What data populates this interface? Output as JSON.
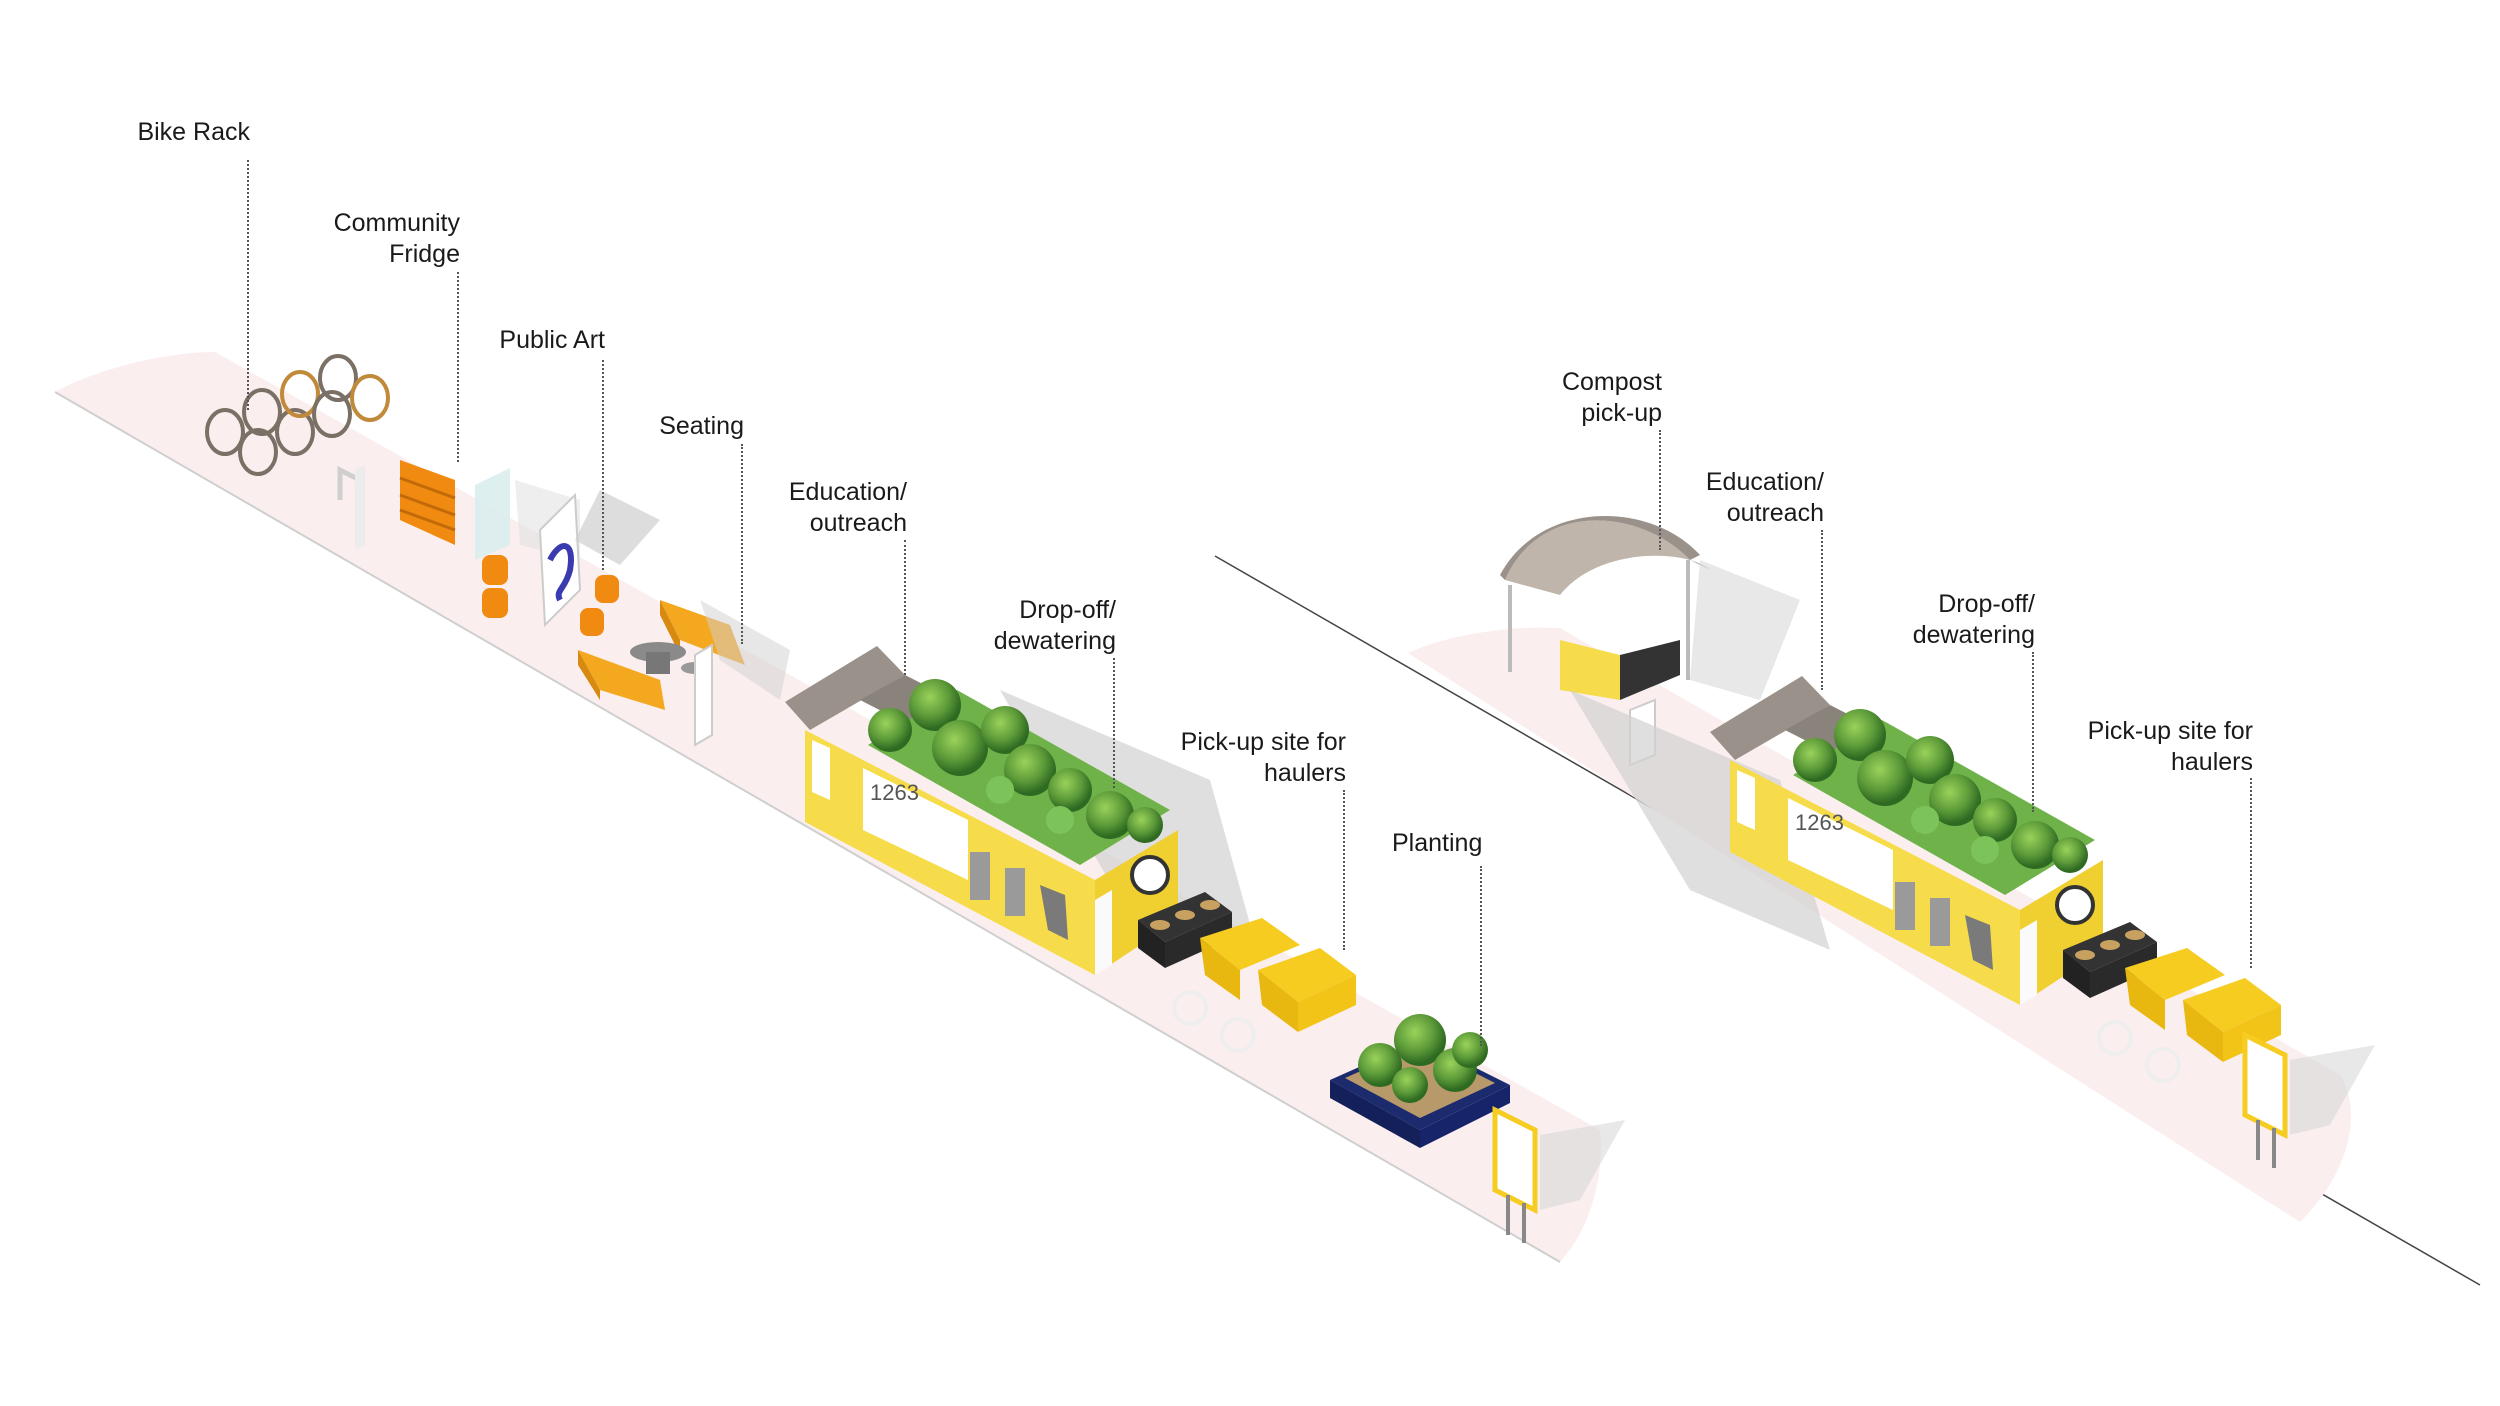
{
  "left_station": {
    "bike_rack": {
      "lines": [
        "Bike Rack"
      ]
    },
    "community_fridge": {
      "lines": [
        "Community",
        "Fridge"
      ]
    },
    "public_art": {
      "lines": [
        "Public Art"
      ]
    },
    "seating": {
      "lines": [
        "Seating"
      ]
    },
    "education": {
      "lines": [
        "Education/",
        "outreach"
      ]
    },
    "dropoff": {
      "lines": [
        "Drop-off/",
        "dewatering"
      ]
    },
    "pickup": {
      "lines": [
        "Pick-up site for",
        "haulers"
      ]
    },
    "planting": {
      "lines": [
        "Planting"
      ]
    },
    "kiosk_number": "1263"
  },
  "right_station": {
    "compost": {
      "lines": [
        "Compost",
        "pick-up"
      ]
    },
    "education": {
      "lines": [
        "Education/",
        "outreach"
      ]
    },
    "dropoff": {
      "lines": [
        "Drop-off/",
        "dewatering"
      ]
    },
    "pickup": {
      "lines": [
        "Pick-up site for",
        "haulers"
      ]
    },
    "kiosk_number": "1263"
  },
  "colors": {
    "sidewalk": "#fbeeee",
    "kiosk_yellow": "#f6dc4a",
    "roof_gray": "#9a928a",
    "greenery": "#5e9c3a",
    "orange": "#f08a10",
    "planter_navy": "#1c2a6e"
  }
}
